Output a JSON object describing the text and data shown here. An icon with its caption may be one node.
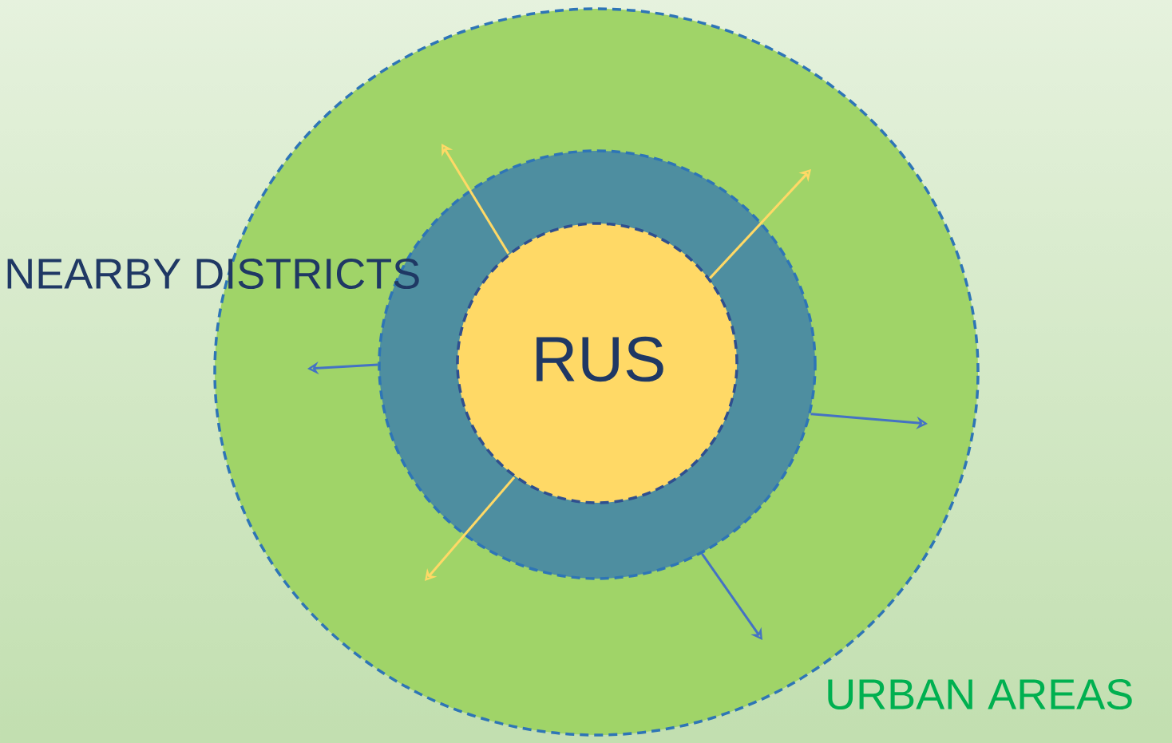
{
  "diagram": {
    "nodes": [
      {
        "text": [
          "URBAN AREAS"
        ]
      },
      {
        "text": [
          "NEARBY DISTRICTS"
        ],
        "in": 0
      },
      {
        "text": [
          "RUS"
        ],
        "in": 1
      }
    ],
    "edges": [
      {
        "from": 2,
        "to": null,
        "arrow": "to",
        "color": "#ffd966"
      },
      {
        "from": 2,
        "to": null,
        "arrow": "to",
        "color": "#ffd966"
      },
      {
        "from": 2,
        "to": null,
        "arrow": "to",
        "color": "#ffd966"
      },
      {
        "from": 1,
        "to": null,
        "arrow": "to",
        "color": "#4472c4"
      },
      {
        "from": 1,
        "to": null,
        "arrow": "to",
        "color": "#4472c4"
      },
      {
        "from": 1,
        "to": null,
        "arrow": "to",
        "color": "#4472c4"
      }
    ]
  }
}
